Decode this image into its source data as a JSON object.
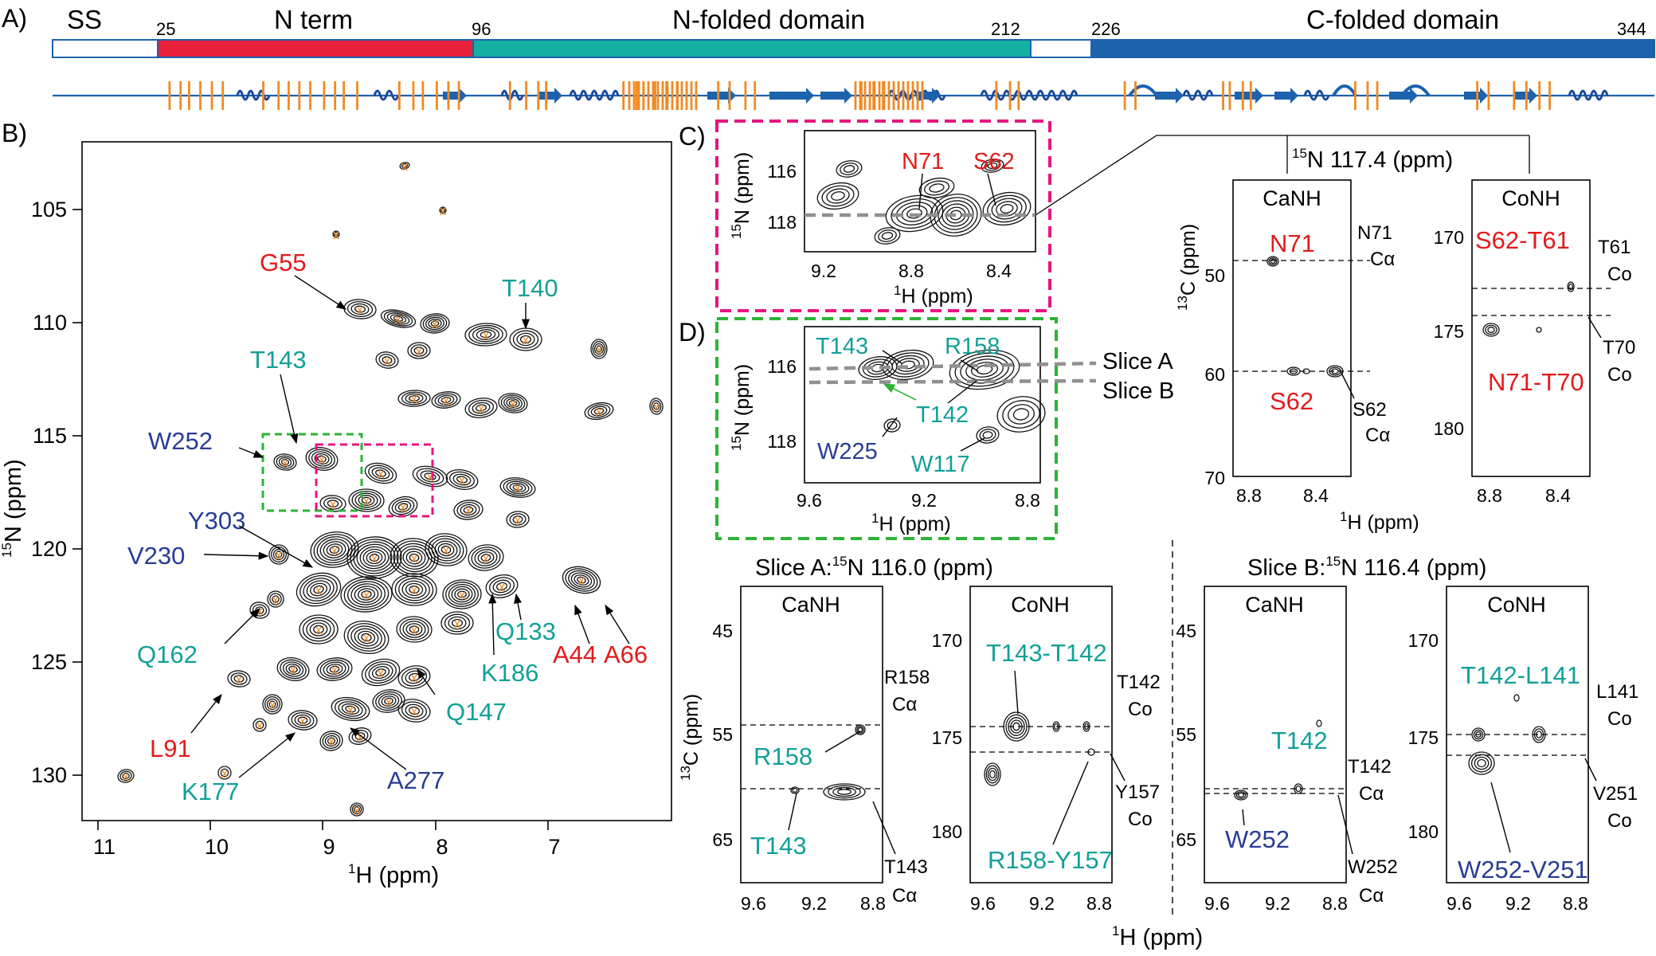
{
  "colors": {
    "n_term": "#e8203a",
    "n_folded": "#13b0a2",
    "c_folded": "#1d62ad",
    "blue_label": "#283c96",
    "teal_label": "#12a097",
    "red_label": "#e31a1c",
    "orange_peak": "#f08a24",
    "magenta_box": "#e6157f",
    "green_box": "#2db336",
    "gray_slice": "#909090"
  },
  "panel_a": {
    "letter": "A)",
    "segments": [
      {
        "name": "SS",
        "start_label": ""
      },
      {
        "name": "N term",
        "start_label": "25"
      },
      {
        "name": "N-folded domain",
        "start_label": "96"
      },
      {
        "name": "",
        "start_label": "212"
      },
      {
        "name": "C-folded domain",
        "start_label": "226"
      }
    ],
    "end_label": "344"
  },
  "panel_b": {
    "letter": "B)",
    "x_ticks": [
      "11",
      "10",
      "9",
      "8",
      "7"
    ],
    "y_ticks": [
      "105",
      "110",
      "115",
      "120",
      "125",
      "130"
    ],
    "x_label_iso": "1",
    "x_label": "H  (ppm)",
    "y_label_iso": "15",
    "y_label": "N  (ppm)",
    "labels": [
      {
        "text": "G55",
        "color": "red"
      },
      {
        "text": "T140",
        "color": "teal"
      },
      {
        "text": "T143",
        "color": "teal"
      },
      {
        "text": "W252",
        "color": "blue"
      },
      {
        "text": "Y303",
        "color": "blue"
      },
      {
        "text": "V230",
        "color": "blue"
      },
      {
        "text": "Q162",
        "color": "teal"
      },
      {
        "text": "L91",
        "color": "red"
      },
      {
        "text": "K177",
        "color": "teal"
      },
      {
        "text": "A277",
        "color": "blue"
      },
      {
        "text": "Q147",
        "color": "teal"
      },
      {
        "text": "K186",
        "color": "teal"
      },
      {
        "text": "Q133",
        "color": "teal"
      },
      {
        "text": "A44",
        "color": "red"
      },
      {
        "text": "A66",
        "color": "red"
      }
    ]
  },
  "panel_c": {
    "letter": "C)",
    "x_ticks": [
      "9.2",
      "8.8",
      "8.4"
    ],
    "y_ticks": [
      "116",
      "118"
    ],
    "x_label_iso": "1",
    "x_label": "H  (ppm)",
    "y_label_iso": "15",
    "y_label": "N  (ppm)",
    "labels": [
      "N71",
      "S62"
    ]
  },
  "panel_d": {
    "letter": "D)",
    "x_ticks": [
      "9.6",
      "9.2",
      "8.8"
    ],
    "y_ticks": [
      "116",
      "118"
    ],
    "x_label_iso": "1",
    "x_label": "H  (ppm)",
    "y_label_iso": "15",
    "y_label": "N  (ppm)",
    "labels": [
      {
        "text": "T143",
        "color": "teal"
      },
      {
        "text": "R158",
        "color": "teal"
      },
      {
        "text": "T142",
        "color": "teal"
      },
      {
        "text": "W225",
        "color": "blue"
      },
      {
        "text": "W117",
        "color": "teal"
      }
    ],
    "slice_a": "Slice A",
    "slice_b": "Slice B"
  },
  "strips_c": {
    "header_iso": "15",
    "header": "N 117.4  (ppm)",
    "canh": {
      "title": "CaNH",
      "y_ticks": [
        "50",
        "60",
        "70"
      ],
      "x_ticks": [
        "8.8",
        "8.4"
      ],
      "y_label_iso": "13",
      "y_label": "C  (ppm)",
      "labels": [
        "N71",
        "S62"
      ],
      "notes": [
        {
          "res": "N71",
          "atom": "Cα"
        },
        {
          "res": "S62",
          "atom": "Cα"
        }
      ]
    },
    "conh": {
      "title": "CoNH",
      "y_ticks": [
        "170",
        "175",
        "180"
      ],
      "x_ticks": [
        "8.8",
        "8.4"
      ],
      "labels": [
        "S62-T61",
        "N71-T70"
      ],
      "notes": [
        {
          "res": "T61",
          "atom": "Co"
        },
        {
          "res": "T70",
          "atom": "Co"
        }
      ]
    },
    "x_label_iso": "1",
    "x_label": "H  (ppm)"
  },
  "slice_a": {
    "header_iso": "15",
    "header_pre": "Slice A:",
    "header": "N 116.0 (ppm)",
    "canh": {
      "title": "CaNH",
      "y_ticks": [
        "45",
        "55",
        "65"
      ],
      "x_ticks": [
        "9.6",
        "9.2",
        "8.8"
      ],
      "y_label_iso": "13",
      "y_label": "C  (ppm)",
      "labels": [
        "R158",
        "T143"
      ],
      "notes": [
        {
          "res": "R158",
          "atom": "Cα"
        },
        {
          "res": "T143",
          "atom": "Cα"
        }
      ]
    },
    "conh": {
      "title": "CoNH",
      "y_ticks": [
        "170",
        "175",
        "180"
      ],
      "x_ticks": [
        "9.6",
        "9.2",
        "8.8"
      ],
      "labels": [
        "T143-T142",
        "R158-Y157"
      ],
      "notes": [
        {
          "res": "T142",
          "atom": "Co"
        },
        {
          "res": "Y157",
          "atom": "Co"
        }
      ]
    }
  },
  "slice_b": {
    "header": "Slice B:",
    "header_iso": "15",
    "header_post": "N 116.4 (ppm)",
    "canh": {
      "title": "CaNH",
      "y_ticks": [
        "45",
        "55",
        "65"
      ],
      "x_ticks": [
        "9.6",
        "9.2",
        "8.8"
      ],
      "labels": [
        "T142",
        "W252"
      ],
      "notes": [
        {
          "res": "T142",
          "atom": "Cα"
        },
        {
          "res": "W252",
          "atom": "Cα"
        }
      ]
    },
    "conh": {
      "title": "CoNH",
      "y_ticks": [
        "170",
        "175",
        "180"
      ],
      "x_ticks": [
        "9.6",
        "9.2",
        "8.8"
      ],
      "labels": [
        "T142-L141",
        "W252-V251"
      ],
      "notes": [
        {
          "res": "L141",
          "atom": "Co"
        },
        {
          "res": "V251",
          "atom": "Co"
        }
      ]
    }
  },
  "bottom_x_label_iso": "1",
  "bottom_x_label": "H  (ppm)"
}
